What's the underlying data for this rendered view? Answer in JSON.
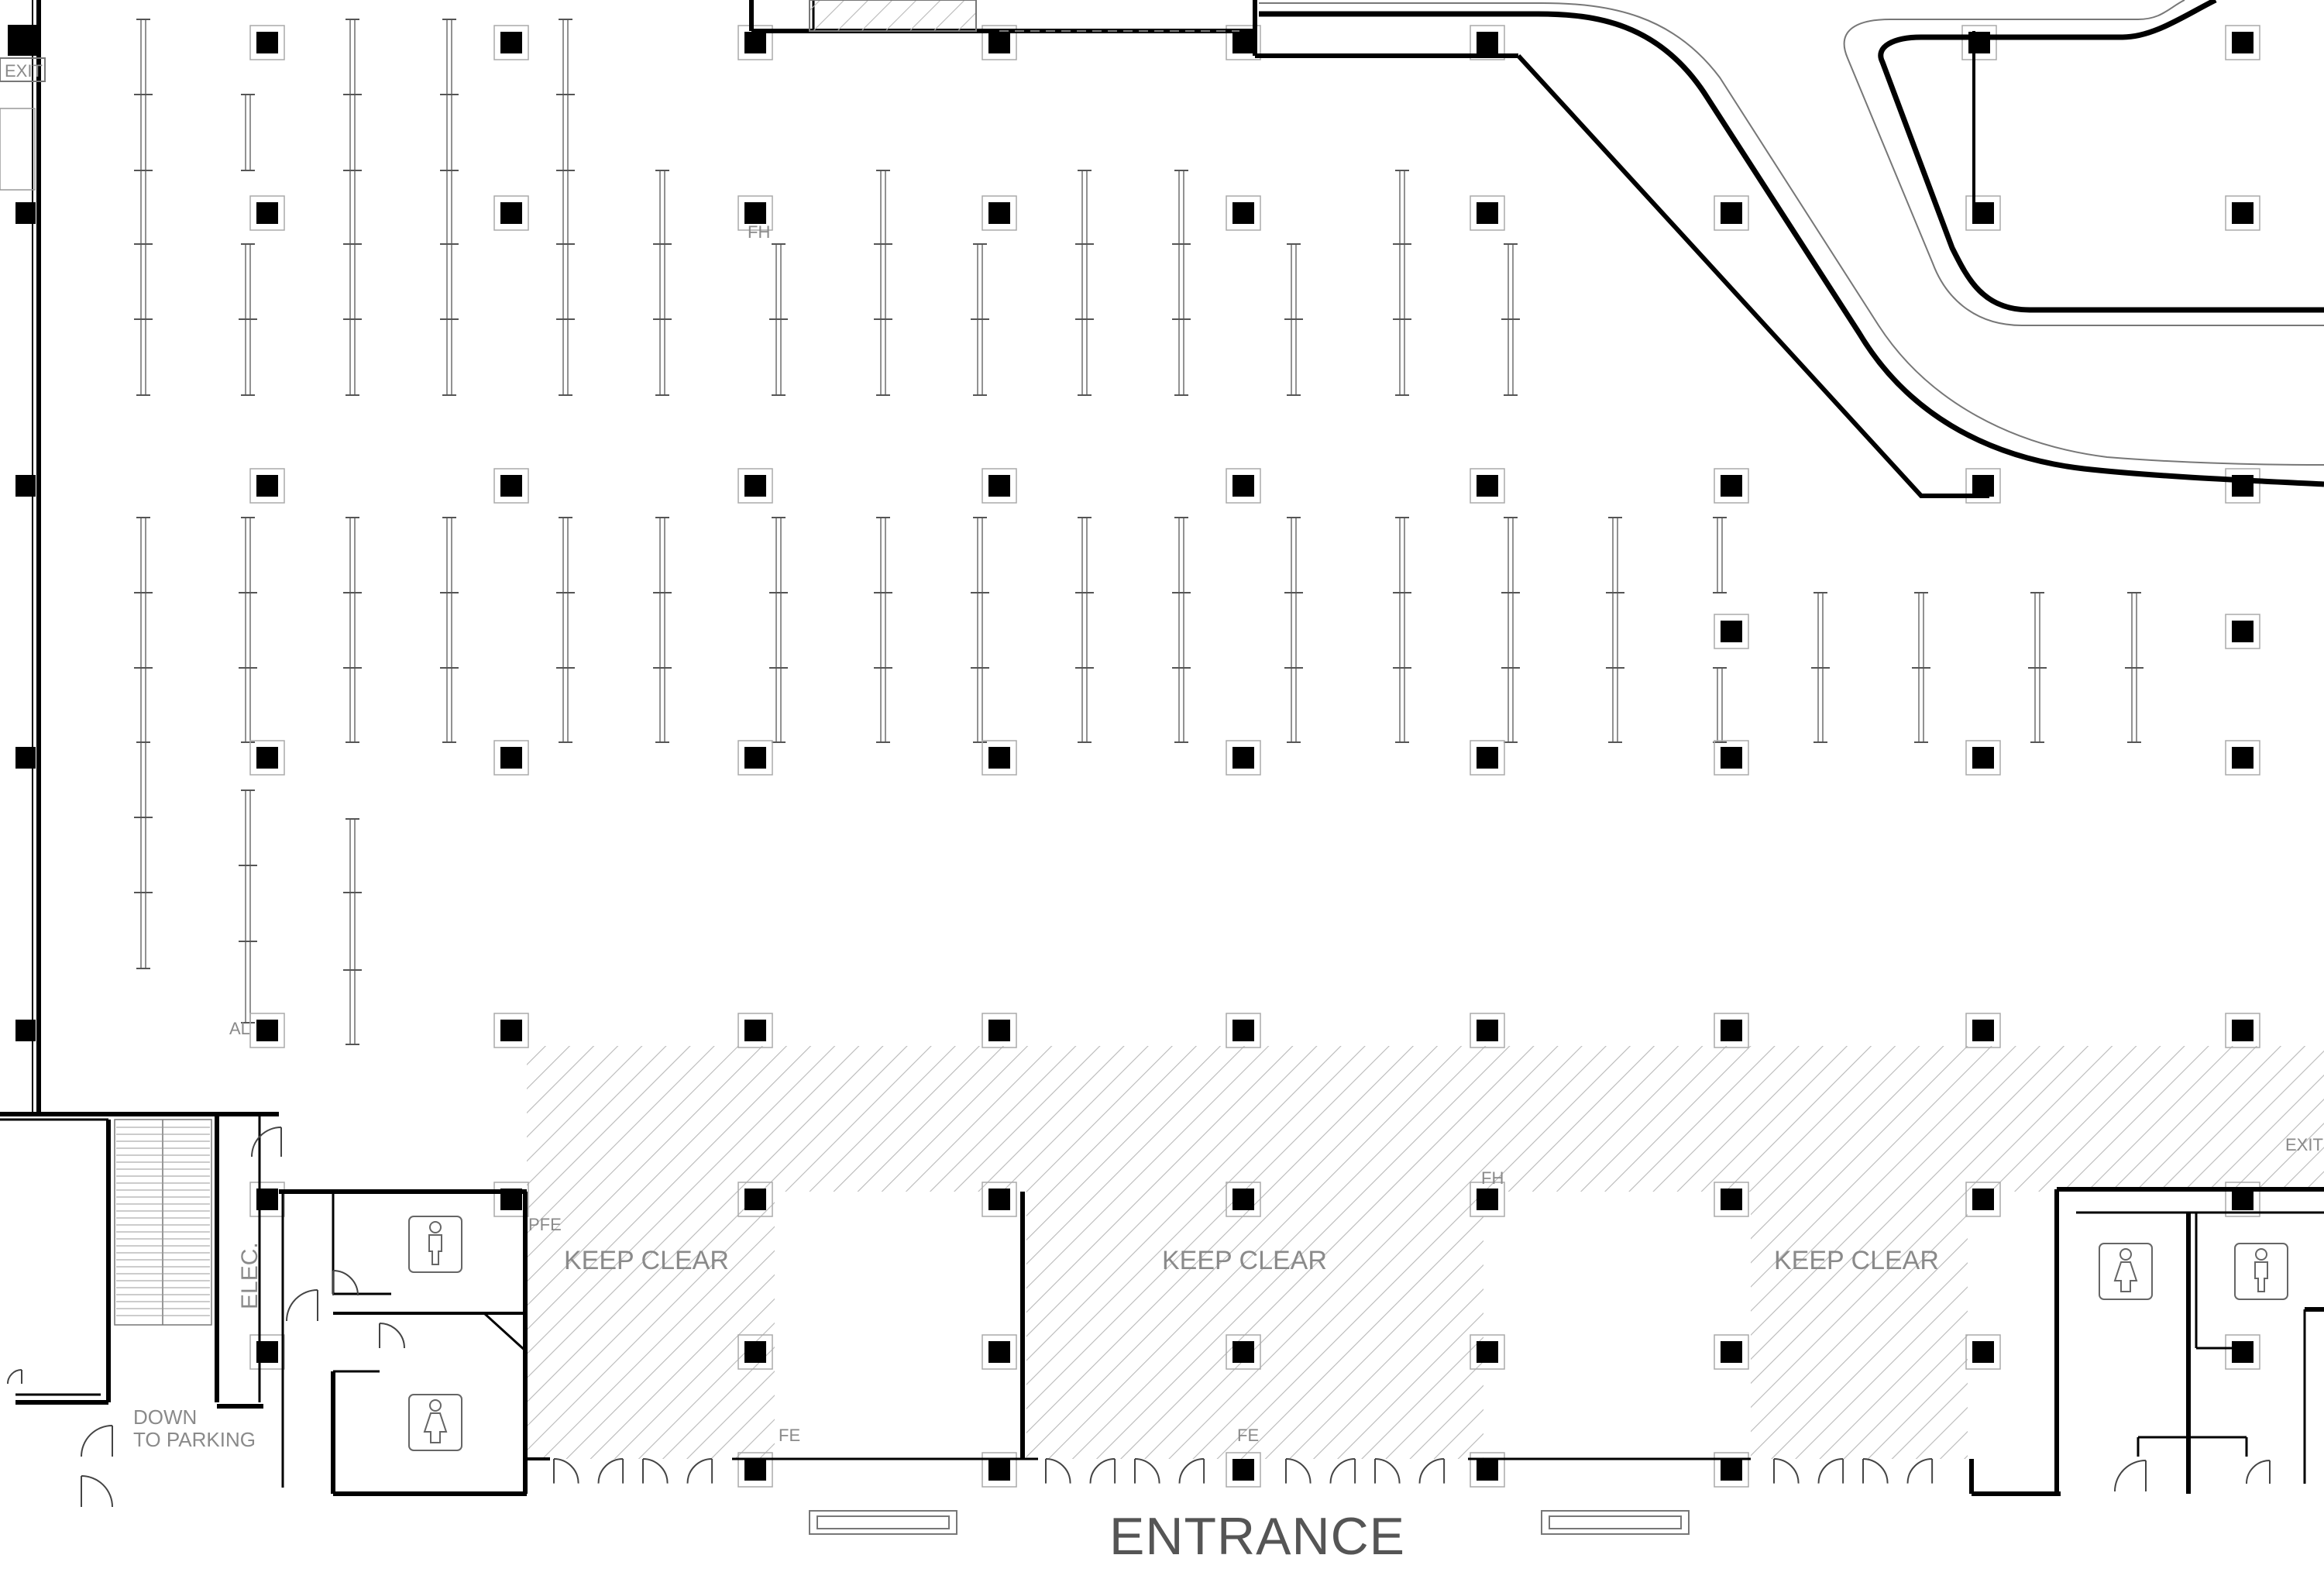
{
  "labels": {
    "exit_top_left": "EXIT",
    "exit_right": "EXIT",
    "elec": "ELEC.",
    "down": "DOWN",
    "to_parking": "TO PARKING",
    "keep_clear": "KEEP CLEAR",
    "entrance": "ENTRANCE",
    "fe": "FE",
    "pfe": "PFE",
    "fh": "FH",
    "al": "AL"
  },
  "colors": {
    "wall": "#000000",
    "line": "#555555",
    "hatch": "#b8b8b8",
    "text": "#8a8a8a"
  },
  "icons": [
    "male-restroom-icon",
    "female-restroom-icon"
  ]
}
